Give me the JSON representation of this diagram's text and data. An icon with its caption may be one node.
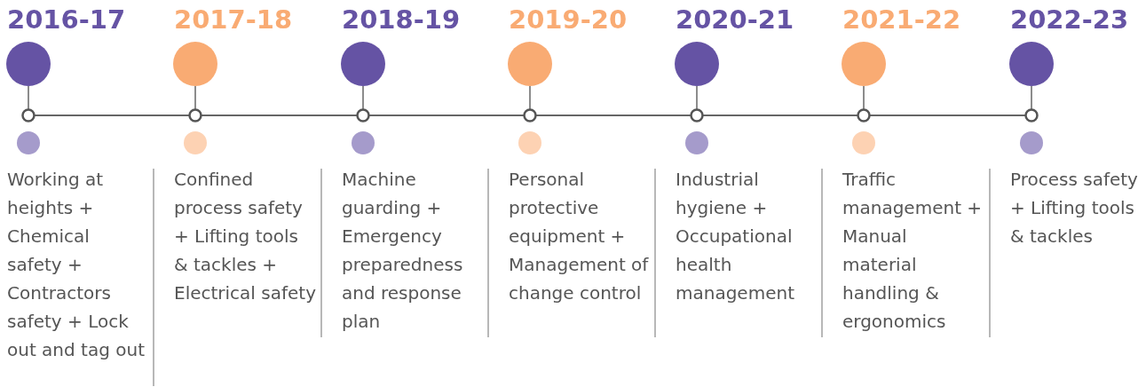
{
  "diagram": {
    "nodes": [
      {
        "text": [
          "2016-17"
        ],
        "beside": [
          "Working at heights + Chemical safety + Contractors safety + Lock out and tag out"
        ]
      },
      {
        "text": [
          "2017-18"
        ],
        "beside": [
          "Confined process safety + Lifting tools & tackles + Electrical safety"
        ]
      },
      {
        "text": [
          "2018-19"
        ],
        "beside": [
          "Machine guarding + Emergency preparedness and response plan"
        ]
      },
      {
        "text": [
          "2019-20"
        ],
        "beside": [
          "Personal protective equipment + Management of change control"
        ]
      },
      {
        "text": [
          "2020-21"
        ],
        "beside": [
          "Industrial hygiene + Occupational health management"
        ]
      },
      {
        "text": [
          "2021-22"
        ],
        "beside": [
          "Traffic management + Manual material handling & ergonomics"
        ]
      },
      {
        "text": [
          "2022-23"
        ],
        "beside": [
          "Process safety + Lifting tools & tackles"
        ]
      }
    ]
  }
}
